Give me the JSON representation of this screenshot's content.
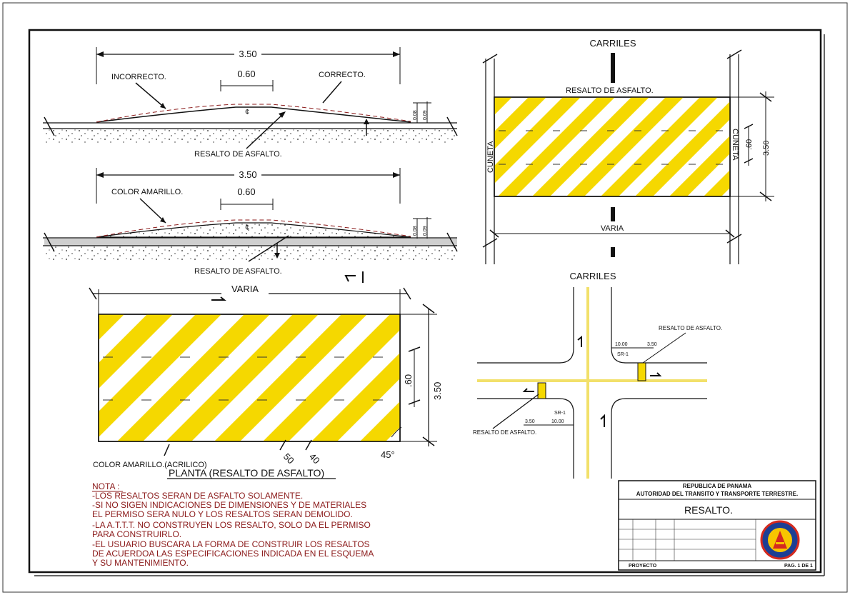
{
  "colors": {
    "stripe_yellow": "#f5d800",
    "note_red": "#8b1a1a",
    "line": "#111111",
    "guide_yellow": "#f2e06a",
    "logo_blue": "#1c3f94",
    "logo_red": "#d42a1f",
    "logo_yellow": "#f7c600"
  },
  "section1": {
    "width_dim": "3.50",
    "crown_dim": "0.60",
    "incorrect_label": "INCORRECTO.",
    "correct_label": "CORRECTO.",
    "height_a": "0.08",
    "height_b": "0.09",
    "centerline": "¢",
    "material_label": "RESALTO DE ASFALTO."
  },
  "section2": {
    "width_dim": "3.50",
    "crown_dim": "0.60",
    "color_label": "COLOR AMARILLO.",
    "height_a": "0.08",
    "height_b": "0.09",
    "centerline": "¢",
    "material_label": "RESALTO DE ASFALTO."
  },
  "plan": {
    "width_label": "VARIA",
    "depth_dim": "3.50",
    "lane_dim": ".60",
    "stripe_a": "50",
    "stripe_b": "40",
    "angle": "45°",
    "color_label": "COLOR AMARILLO.(ACRILICO)",
    "title": "PLANTA (RESALTO DE ASFALTO)"
  },
  "top_right": {
    "carriles": "CARRILES",
    "bump_label": "RESALTO DE ASFALTO.",
    "cuneta_left": "CUNETA",
    "cuneta_right": "CUNETA",
    "lane_dim": ".60",
    "depth_dim": "3.50",
    "varia": "VARIA"
  },
  "intersection": {
    "carriles": "CARRILES",
    "bump_label_top": "RESALTO DE ASFALTO.",
    "bump_label_bottom": "RESALTO DE ASFALTO.",
    "dim_10_top": "10.00",
    "dim_350_top": "3.50",
    "sr_top": "SR-1",
    "dim_350_bottom": "3.50",
    "dim_10_bottom": "10.00",
    "sr_bottom": "SR-1"
  },
  "notes": {
    "heading": "NOTA :",
    "lines": [
      "-LOS RESALTOS SERAN DE ASFALTO SOLAMENTE.",
      "-SI NO SIGEN INDICACIONES DE DIMENSIONES Y DE MATERIALES",
      "EL PERMISO SERA NULO Y LOS RESALTOS SERAN DEMOLIDO.",
      "-LA A.T.T.T. NO CONSTRUYEN LOS RESALTO, SOLO DA EL PERMISO",
      "PARA CONSTRUIRLO.",
      "-EL USUARIO BUSCARA LA FORMA DE CONSTRUIR LOS RESALTOS",
      "DE ACUERDOA LAS ESPECIFICACIONES INDICADA EN EL ESQUEMA",
      "Y SU MANTENIMIENTO."
    ]
  },
  "title_block": {
    "org_line1": "REPUBLICA DE PANAMA",
    "org_line2": "AUTORIDAD DEL TRANSITO Y TRANSPORTE TERRESTRE.",
    "drawing_title": "RESALTO.",
    "proyecto": "PROYECTO",
    "pag": "PAG. 1 DE 1"
  }
}
